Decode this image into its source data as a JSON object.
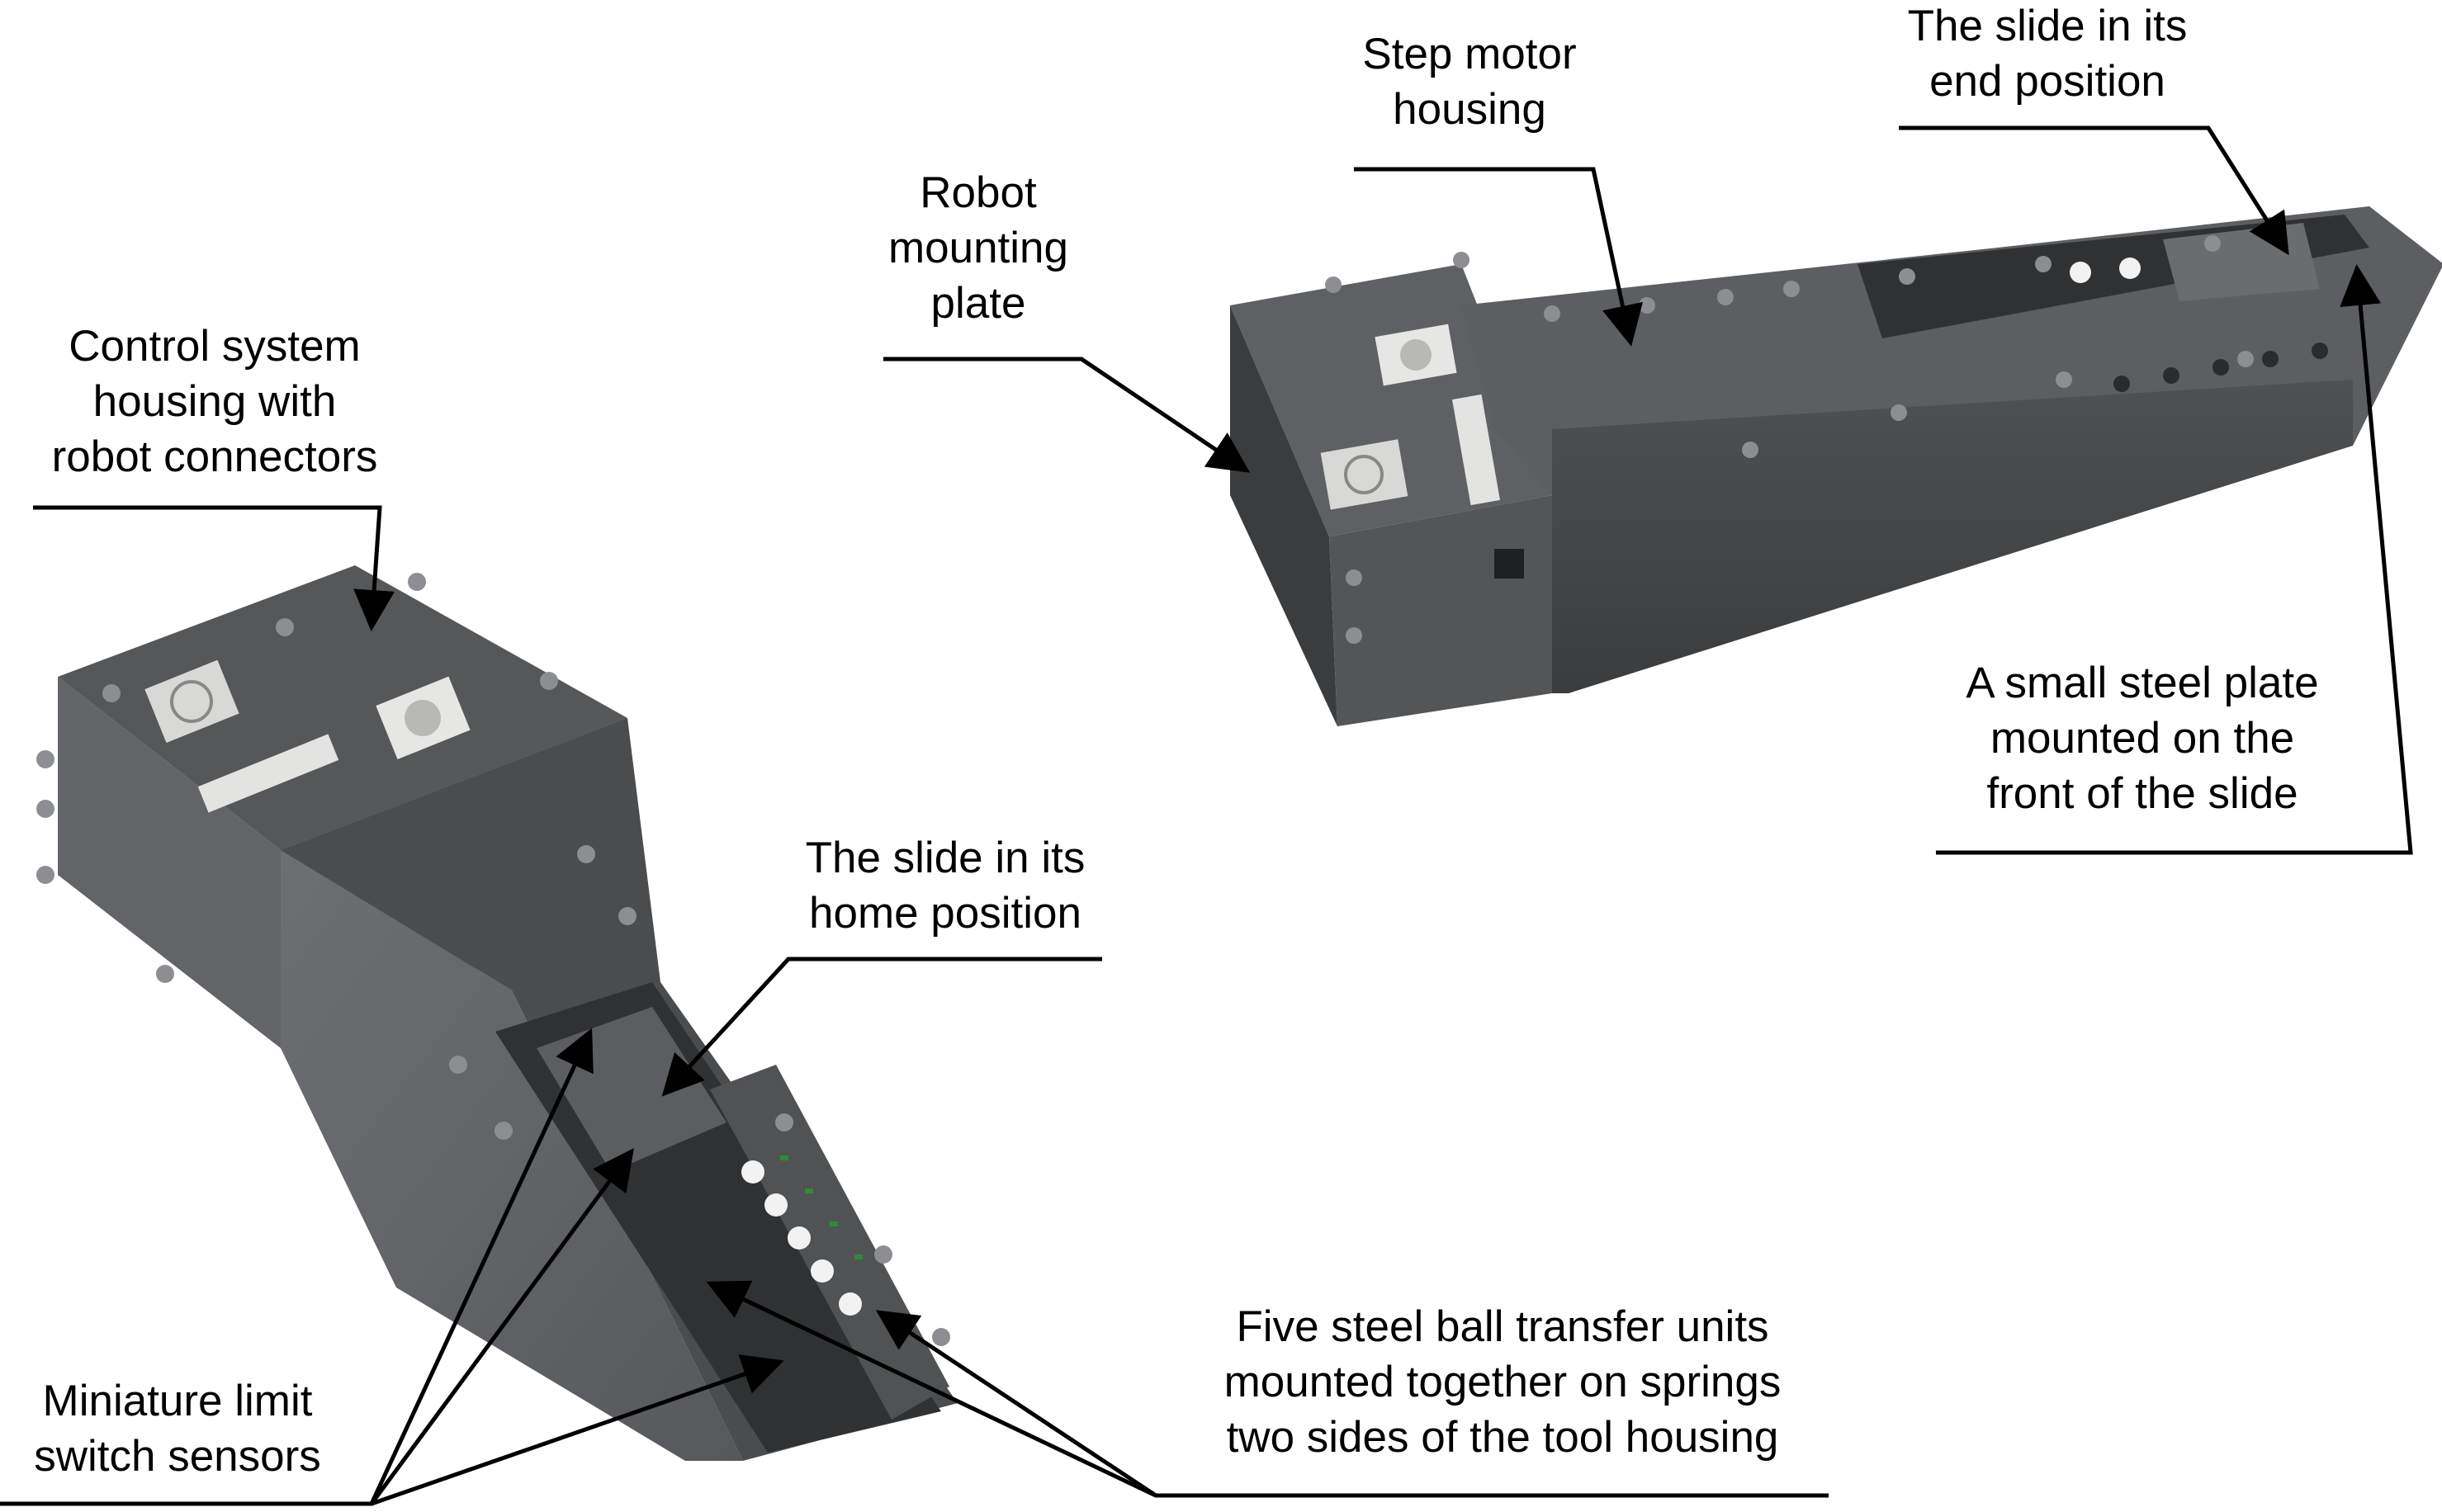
{
  "labels": {
    "control_system": [
      "Control system",
      "housing with",
      "robot connectors"
    ],
    "robot_mounting_plate": [
      "Robot",
      "mounting",
      "plate"
    ],
    "step_motor_housing": [
      "Step motor",
      "housing"
    ],
    "slide_end_position": [
      "The slide in its",
      "end position"
    ],
    "small_steel_plate": [
      "A small steel plate",
      "mounted on the",
      "front of the slide"
    ],
    "slide_home_position": [
      "The slide in its",
      "home position"
    ],
    "five_steel_ball_units": [
      "Five steel ball transfer units",
      "mounted together on springs",
      "two sides of the tool housing"
    ],
    "miniature_limit_switch": [
      "Miniature limit",
      "switch sensors"
    ]
  },
  "colors": {
    "housing_top": "#525456",
    "housing_side": "#65676a",
    "housing_dark": "#3f4143",
    "bolt": "#8c8e91",
    "connector": "#e6e6e4",
    "ball_highlight": "#f2f2f2",
    "spring_green": "#2f8a3a",
    "line": "#000000"
  }
}
